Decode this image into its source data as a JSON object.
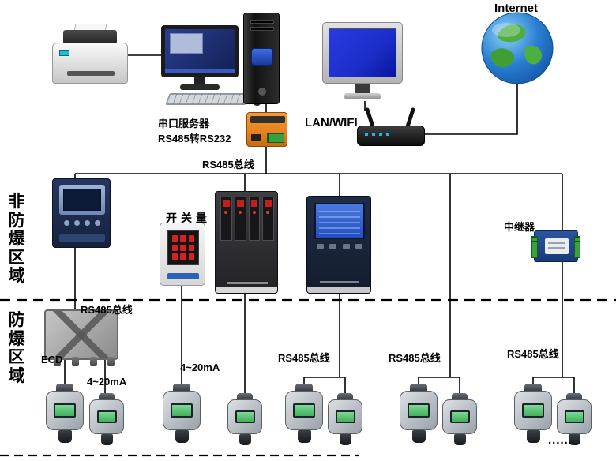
{
  "diagram": {
    "internet": "Internet",
    "serial_server": {
      "line1": "串口服务器",
      "line2": "RS485转RS232"
    },
    "lan_wifi": "LAN/WIFI",
    "top_bus": "RS485总线",
    "switch_quantity": "开关量",
    "repeater": "中继器",
    "zone_non_explosive": "非防爆区域",
    "zone_explosive": "防爆区域",
    "left_bus": "RS485总线",
    "ecd": "ECD",
    "current_loop_1": "4~20mA",
    "current_loop_2": "4~20mA",
    "bus_3": "RS485总线",
    "bus_4": "RS485总线",
    "bus_5": "RS485总线",
    "ellipsis": "......"
  },
  "colors": {
    "server_orange": "#e8831f",
    "detector_screen_green": "#43b05c",
    "screen_blue": "#1b2ec8",
    "alarm_red": "#d42222",
    "terminal_green": "#38a03c",
    "globe_blue": "#2a7fd4"
  }
}
